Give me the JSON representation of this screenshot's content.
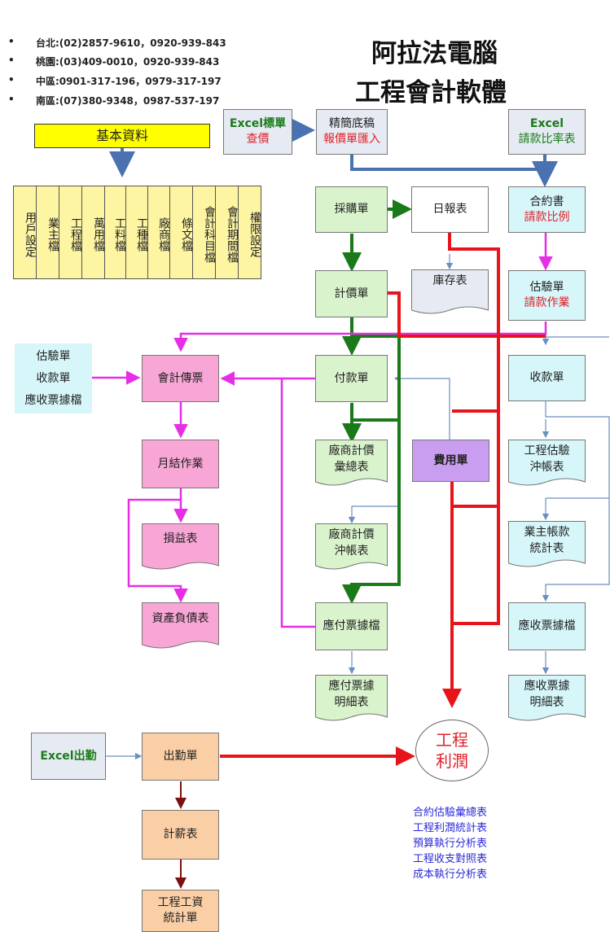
{
  "contacts": [
    {
      "bullet": "•",
      "text": "台北:(02)2857-9610，0920-939-843"
    },
    {
      "bullet": "•",
      "text": "桃園:(03)409-0010，0920-939-843"
    },
    {
      "bullet": "•",
      "text": "中區:0901-317-196，0979-317-197"
    },
    {
      "bullet": "•",
      "text": "南區:(07)380-9348，0987-537-197"
    }
  ],
  "title": {
    "line1": "阿拉法電腦",
    "line2": "工程會計軟體"
  },
  "basic": {
    "label": "基本資料",
    "items": [
      "用戶設定",
      "業主檔",
      "工程檔",
      "萬用檔",
      "工料檔",
      "工種檔",
      "廠商檔",
      "條文檔",
      "會計科目檔",
      "會計期間檔",
      "權限設定"
    ]
  },
  "top": {
    "excel_quote": {
      "l1": "Excel標單",
      "l2": "查價"
    },
    "draft": {
      "l1": "精簡底稿",
      "l2": "報價單匯入"
    },
    "excel_rate": {
      "l1": "Excel",
      "l2": "請款比率表"
    }
  },
  "green": {
    "purchase": "採購單",
    "daily": "日報表",
    "inventory": "庫存表",
    "pricing": "計價單",
    "payment": "付款單",
    "vendor_summary": {
      "l1": "廠商計價",
      "l2": "彙總表"
    },
    "vendor_offset": {
      "l1": "廠商計價",
      "l2": "沖帳表"
    },
    "payable_notes": "應付票據檔",
    "payable_detail": {
      "l1": "應付票據",
      "l2": "明細表"
    }
  },
  "cyan": {
    "contract": {
      "l1": "合約書",
      "l2": "請款比例"
    },
    "estimate": {
      "l1": "估驗單",
      "l2": "請款作業"
    },
    "receipt": "收款單",
    "proj_offset": {
      "l1": "工程估驗",
      "l2": "沖帳表"
    },
    "owner_stats": {
      "l1": "業主帳款",
      "l2": "統計表"
    },
    "receivable_notes": "應收票據檔",
    "receivable_detail": {
      "l1": "應收票據",
      "l2": "明細表"
    }
  },
  "left": {
    "inputs": [
      "估驗單",
      "收款單",
      "應收票據檔"
    ],
    "voucher": "會計傳票",
    "monthly": "月結作業",
    "pnl": "損益表",
    "balance": "資產負債表"
  },
  "expense": "費用單",
  "profit": {
    "l1": "工程",
    "l2": "利潤"
  },
  "bottom": {
    "excel_att": "Excel出勤",
    "attendance": "出勤單",
    "payroll": "計薪表",
    "wage": {
      "l1": "工程工資",
      "l2": "統計單"
    }
  },
  "reports": [
    "合約估驗彙總表",
    "工程利潤統計表",
    "預算執行分析表",
    "工程收支對照表",
    "成本執行分析表"
  ]
}
